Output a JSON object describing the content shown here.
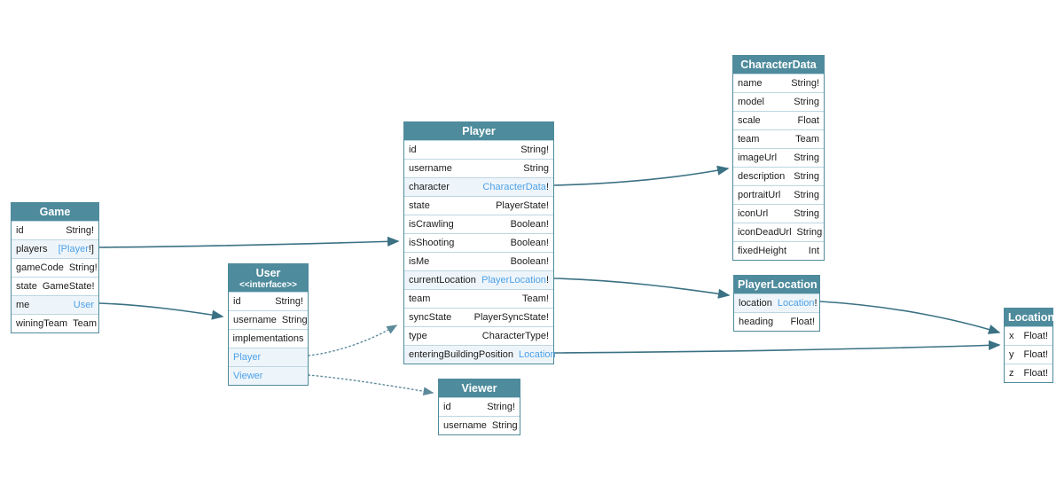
{
  "diagram": {
    "colors": {
      "table_header": "#4e8b9c",
      "table_border": "#4e8b9c",
      "row_separator": "#bcd6e2",
      "link_blue": "#4da1e8",
      "arrow_solid": "#3a7183",
      "arrow_dotted": "#5d8a9a",
      "link_row_bg": "#eef5fa"
    },
    "tables": [
      {
        "id": "game",
        "title": "Game",
        "fields": [
          {
            "name": "id",
            "typeMain": "String!",
            "typeSuffix": "",
            "link": false
          },
          {
            "name": "players",
            "typeMain": "[Player",
            "typeSuffix": "!]",
            "link": true
          },
          {
            "name": "gameCode",
            "typeMain": "String!",
            "typeSuffix": "",
            "link": false
          },
          {
            "name": "state",
            "typeMain": "GameState!",
            "typeSuffix": "",
            "link": false
          },
          {
            "name": "me",
            "typeMain": "User",
            "typeSuffix": "",
            "link": true
          },
          {
            "name": "winingTeam",
            "typeMain": "Team",
            "typeSuffix": "",
            "link": false
          }
        ]
      },
      {
        "id": "user",
        "title": "User",
        "subtitle": "<<interface>>",
        "fields": [
          {
            "name": "id",
            "typeMain": "String!",
            "typeSuffix": "",
            "link": false
          },
          {
            "name": "username",
            "typeMain": "String",
            "typeSuffix": "",
            "link": false
          },
          {
            "name": "implementations",
            "typeMain": "",
            "typeSuffix": "",
            "link": false,
            "center": true
          },
          {
            "name": "Player",
            "typeMain": "",
            "typeSuffix": "",
            "link": false,
            "nameLink": true
          },
          {
            "name": "Viewer",
            "typeMain": "",
            "typeSuffix": "",
            "link": false,
            "nameLink": true
          }
        ]
      },
      {
        "id": "player",
        "title": "Player",
        "fields": [
          {
            "name": "id",
            "typeMain": "String!",
            "typeSuffix": "",
            "link": false
          },
          {
            "name": "username",
            "typeMain": "String",
            "typeSuffix": "",
            "link": false
          },
          {
            "name": "character",
            "typeMain": "CharacterData",
            "typeSuffix": "!",
            "link": true
          },
          {
            "name": "state",
            "typeMain": "PlayerState!",
            "typeSuffix": "",
            "link": false
          },
          {
            "name": "isCrawling",
            "typeMain": "Boolean!",
            "typeSuffix": "",
            "link": false
          },
          {
            "name": "isShooting",
            "typeMain": "Boolean!",
            "typeSuffix": "",
            "link": false
          },
          {
            "name": "isMe",
            "typeMain": "Boolean!",
            "typeSuffix": "",
            "link": false
          },
          {
            "name": "currentLocation",
            "typeMain": "PlayerLocation",
            "typeSuffix": "!",
            "link": true
          },
          {
            "name": "team",
            "typeMain": "Team!",
            "typeSuffix": "",
            "link": false
          },
          {
            "name": "syncState",
            "typeMain": "PlayerSyncState!",
            "typeSuffix": "",
            "link": false
          },
          {
            "name": "type",
            "typeMain": "CharacterType!",
            "typeSuffix": "",
            "link": false
          },
          {
            "name": "enteringBuildingPosition",
            "typeMain": "Location",
            "typeSuffix": "",
            "link": true
          }
        ]
      },
      {
        "id": "characterData",
        "title": "CharacterData",
        "fields": [
          {
            "name": "name",
            "typeMain": "String!",
            "typeSuffix": "",
            "link": false
          },
          {
            "name": "model",
            "typeMain": "String",
            "typeSuffix": "",
            "link": false
          },
          {
            "name": "scale",
            "typeMain": "Float",
            "typeSuffix": "",
            "link": false
          },
          {
            "name": "team",
            "typeMain": "Team",
            "typeSuffix": "",
            "link": false
          },
          {
            "name": "imageUrl",
            "typeMain": "String",
            "typeSuffix": "",
            "link": false
          },
          {
            "name": "description",
            "typeMain": "String",
            "typeSuffix": "",
            "link": false
          },
          {
            "name": "portraitUrl",
            "typeMain": "String",
            "typeSuffix": "",
            "link": false
          },
          {
            "name": "iconUrl",
            "typeMain": "String",
            "typeSuffix": "",
            "link": false
          },
          {
            "name": "iconDeadUrl",
            "typeMain": "String",
            "typeSuffix": "",
            "link": false
          },
          {
            "name": "fixedHeight",
            "typeMain": "Int",
            "typeSuffix": "",
            "link": false
          }
        ]
      },
      {
        "id": "playerLocation",
        "title": "PlayerLocation",
        "fields": [
          {
            "name": "location",
            "typeMain": "Location",
            "typeSuffix": "!",
            "link": true
          },
          {
            "name": "heading",
            "typeMain": "Float!",
            "typeSuffix": "",
            "link": false
          }
        ]
      },
      {
        "id": "location",
        "title": "Location",
        "fields": [
          {
            "name": "x",
            "typeMain": "Float!",
            "typeSuffix": "",
            "link": false
          },
          {
            "name": "y",
            "typeMain": "Float!",
            "typeSuffix": "",
            "link": false
          },
          {
            "name": "z",
            "typeMain": "Float!",
            "typeSuffix": "",
            "link": false
          }
        ]
      },
      {
        "id": "viewer",
        "title": "Viewer",
        "fields": [
          {
            "name": "id",
            "typeMain": "String!",
            "typeSuffix": "",
            "link": false
          },
          {
            "name": "username",
            "typeMain": "String",
            "typeSuffix": "",
            "link": false
          }
        ]
      }
    ],
    "relations": [
      {
        "from": "Game.players",
        "to": "Player",
        "style": "solid"
      },
      {
        "from": "Game.me",
        "to": "User",
        "style": "solid"
      },
      {
        "from": "Player.character",
        "to": "CharacterData",
        "style": "solid"
      },
      {
        "from": "Player.currentLocation",
        "to": "PlayerLocation",
        "style": "solid"
      },
      {
        "from": "Player.enteringBuildingPosition",
        "to": "Location",
        "style": "solid"
      },
      {
        "from": "PlayerLocation.location",
        "to": "Location",
        "style": "solid"
      },
      {
        "from": "User.Player",
        "to": "Player",
        "style": "dotted"
      },
      {
        "from": "User.Viewer",
        "to": "Viewer",
        "style": "dotted"
      }
    ]
  }
}
